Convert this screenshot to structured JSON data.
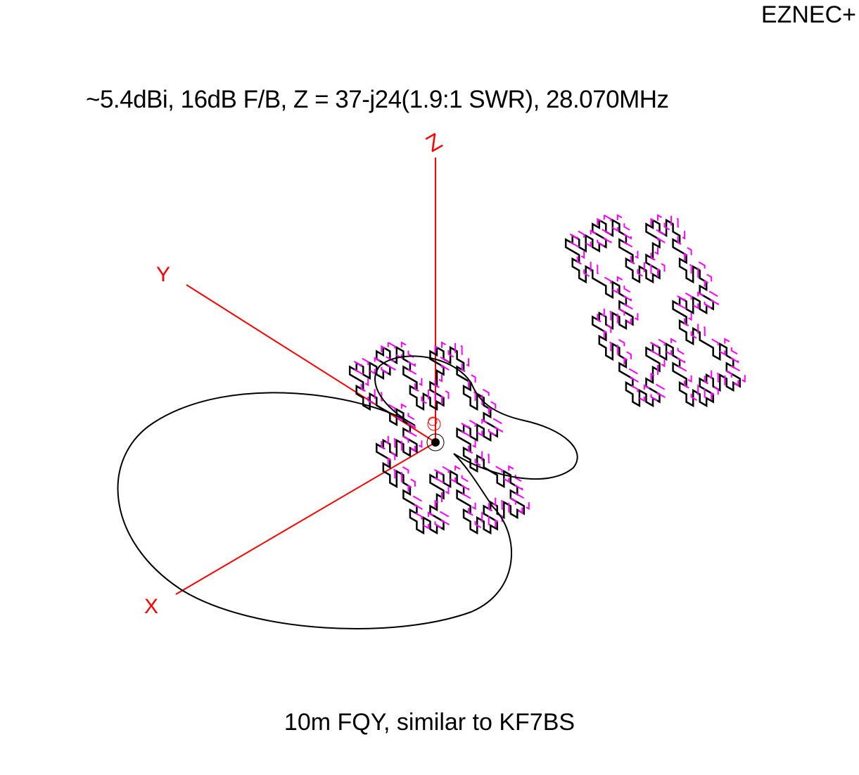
{
  "brand": "EZNEC+",
  "summary": "~5.4dBi, 16dB F/B, Z = 37-j24(1.9:1 SWR), 28.070MHz",
  "caption": "10m FQY, similar to KF7BS",
  "axes": {
    "x_label": "X",
    "y_label": "Y",
    "z_label": "Z"
  },
  "colors": {
    "axes": "#ff0000",
    "wire": "#000000",
    "current": "#ff00ff",
    "pattern": "#000000"
  }
}
